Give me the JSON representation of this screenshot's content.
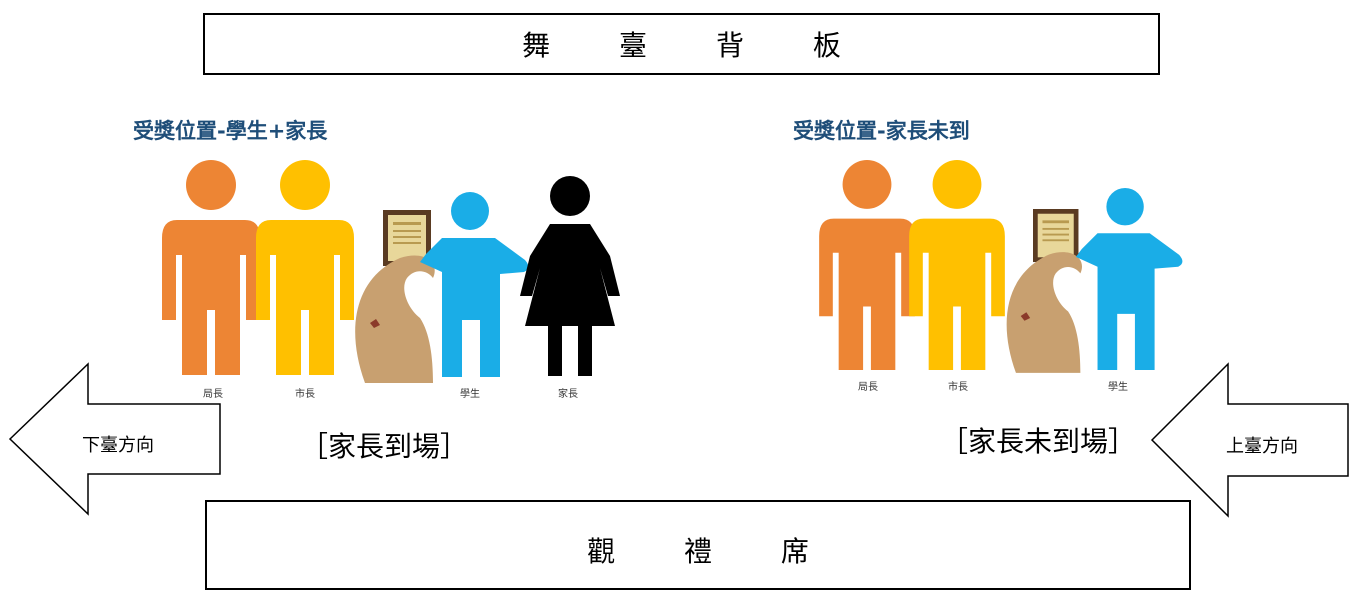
{
  "stage": {
    "label": "舞 臺 背 板"
  },
  "audience": {
    "label": "觀 禮 席"
  },
  "panels": [
    {
      "title": "受獎位置-學生+家長",
      "labels": {
        "director": "局長",
        "mayor": "市長",
        "student": "學生",
        "parent": "家長"
      },
      "caption": "［家長到場］"
    },
    {
      "title": "受獎位置-家長未到",
      "labels": {
        "director": "局長",
        "mayor": "市長",
        "student": "學生"
      },
      "caption": "［家長未到場］"
    }
  ],
  "arrows": {
    "exit": {
      "label": "下臺方向",
      "direction": "left"
    },
    "enter": {
      "label": "上臺方向",
      "direction": "left"
    }
  },
  "colors": {
    "director": "#ED8534",
    "mayor": "#FFC000",
    "student": "#1AADE7",
    "parent": "#000000",
    "title": "#1F4E79",
    "podium": "#C8A070"
  }
}
